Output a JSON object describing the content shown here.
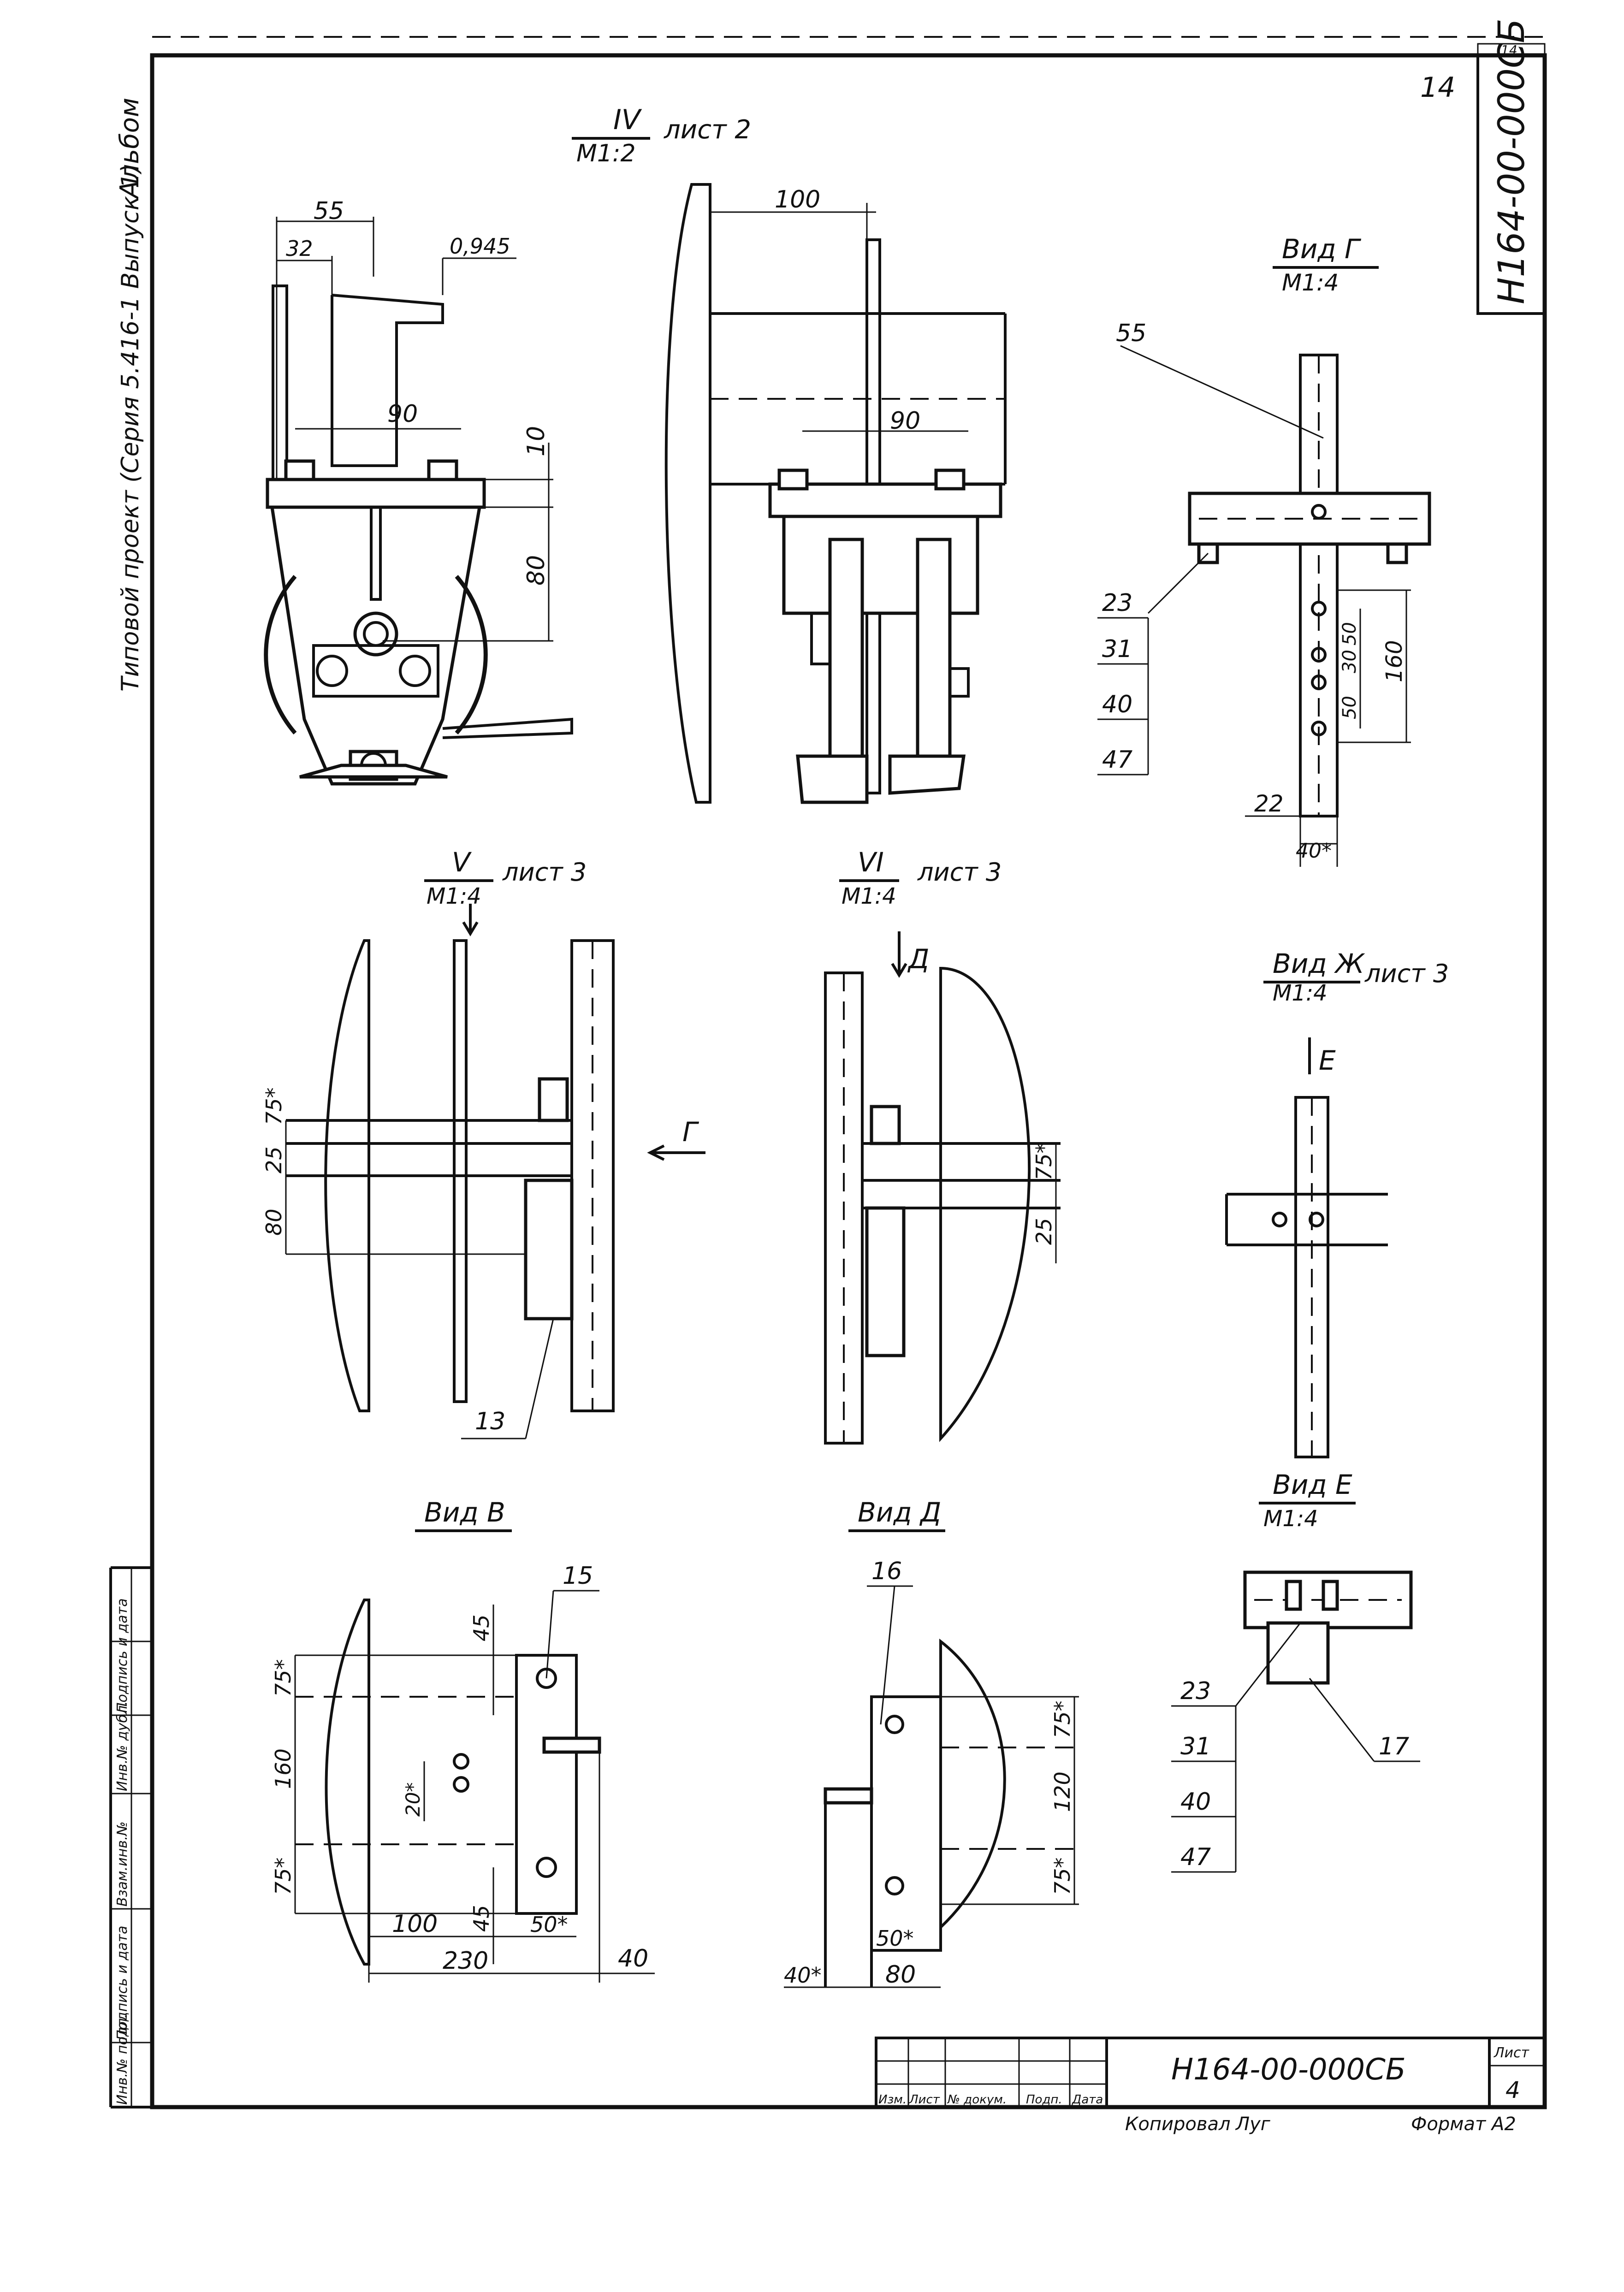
{
  "drawing": {
    "sheet_corner": "14",
    "sheet_mark": "14",
    "vertical_code": "Н164-00-000СБ",
    "side_album": "Альбом",
    "side_project": "Типовой проект (Серия 5.416-1 Выпуск 1)",
    "side_table": [
      "Инв.№ подл.",
      "Подпись и дата",
      "Взам.инв.№",
      "Инв.№ дубл.",
      "Подпись и дата"
    ],
    "title_cols": [
      "Изм.",
      "Лист",
      "№ докум.",
      "Подп.",
      "Дата"
    ],
    "title_code": "Н164-00-000СБ",
    "sheet_label": "Лист",
    "sheet_no": "4",
    "copied": "Копировал",
    "copied_sign": "Луг",
    "format": "Формат А2"
  },
  "views": {
    "iv": {
      "num": "IV",
      "scale": "М1:2",
      "ref": "лист 2",
      "dims": [
        "55",
        "32",
        "0,945",
        "90",
        "10",
        "80"
      ]
    },
    "iv_side": {
      "dims": [
        "100",
        "90"
      ]
    },
    "g": {
      "title": "Вид Г",
      "scale": "М1:4",
      "dims": [
        "55",
        "160",
        "50",
        "30",
        "50",
        "22",
        "40*"
      ],
      "leaders": [
        "23",
        "31",
        "40",
        "47"
      ]
    },
    "v": {
      "num": "V",
      "scale": "М1:4",
      "ref": "лист 3",
      "dims": [
        "75*",
        "25",
        "80"
      ],
      "arrow": "Г",
      "leader": "13"
    },
    "vi": {
      "num": "VI",
      "scale": "М1:4",
      "ref": "лист 3",
      "dims": [
        "75*",
        "25"
      ],
      "arrow": "Д"
    },
    "zh": {
      "title": "Вид Ж",
      "scale": "М1:4",
      "ref": "лист 3",
      "arrow": "Е"
    },
    "b": {
      "title": "Вид В",
      "dims": [
        "45",
        "75*",
        "160",
        "20*",
        "75*",
        "45",
        "100",
        "50*",
        "230",
        "40"
      ],
      "leader": "15"
    },
    "d": {
      "title": "Вид Д",
      "dims": [
        "75*",
        "120",
        "75*",
        "50*",
        "40*",
        "80"
      ],
      "leader": "16"
    },
    "e": {
      "title": "Вид Е",
      "scale": "М1:4",
      "leaders": [
        "23",
        "31",
        "40",
        "47"
      ],
      "leader2": "17"
    }
  }
}
